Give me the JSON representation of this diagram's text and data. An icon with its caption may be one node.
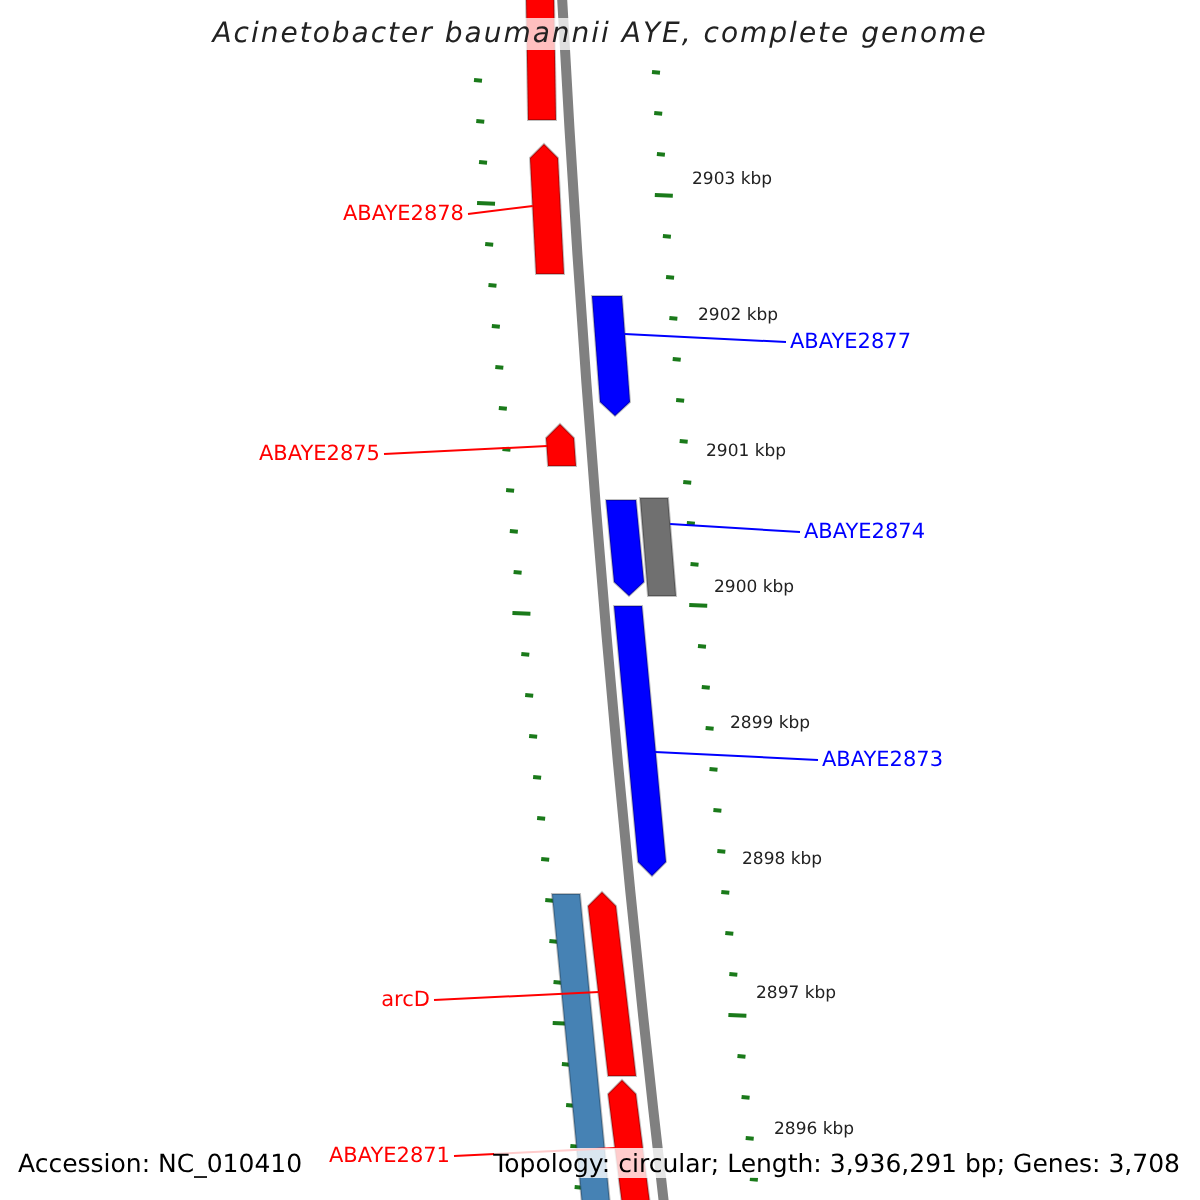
{
  "diagram": {
    "title": "Acinetobacter baumannii AYE, complete genome",
    "nodes": [
      {
        "text": [],
        "shape": "bar"
      },
      {
        "text": [],
        "shape": "pentagon"
      },
      {
        "text": [
          "ABAYE2878"
        ]
      },
      {
        "text": [],
        "shape": "pentagon"
      },
      {
        "text": [
          "ABAYE2877"
        ]
      },
      {
        "text": [],
        "shape": "pentagon"
      },
      {
        "text": [
          "ABAYE2875"
        ]
      },
      {
        "text": [],
        "shape": "pentagon"
      },
      {
        "text": [],
        "shape": "bar"
      },
      {
        "text": [
          "ABAYE2874"
        ]
      },
      {
        "text": [],
        "shape": "pentagon"
      },
      {
        "text": [
          "ABAYE2873"
        ]
      },
      {
        "text": [],
        "shape": "bar"
      },
      {
        "text": [],
        "shape": "pentagon"
      },
      {
        "text": [
          "arcD"
        ]
      },
      {
        "text": [],
        "shape": "pentagon"
      },
      {
        "text": [
          "ABAYE2871"
        ]
      }
    ],
    "edges": [
      {
        "from": 2,
        "to": 1,
        "arrow": "none",
        "color": "#ff0000"
      },
      {
        "from": 4,
        "to": 3,
        "arrow": "none",
        "color": "#0000ff"
      },
      {
        "from": 6,
        "to": 5,
        "arrow": "none",
        "color": "#ff0000"
      },
      {
        "from": 9,
        "to": 8,
        "arrow": "none",
        "color": "#0000ff"
      },
      {
        "from": 11,
        "to": 10,
        "arrow": "none",
        "color": "#0000ff"
      },
      {
        "from": 14,
        "to": 13,
        "arrow": "none",
        "color": "#ff0000"
      },
      {
        "from": 16,
        "to": 15,
        "arrow": "none",
        "color": "#ff0000"
      }
    ],
    "labels": [
      "2903 kbp",
      "2902 kbp",
      "2901 kbp",
      "2900 kbp",
      "2899 kbp",
      "2898 kbp",
      "2897 kbp",
      "2896 kbp",
      "Accession: NC_010410",
      "Topology: circular; Length: 3,936,291 bp; Genes: 3,708"
    ]
  }
}
